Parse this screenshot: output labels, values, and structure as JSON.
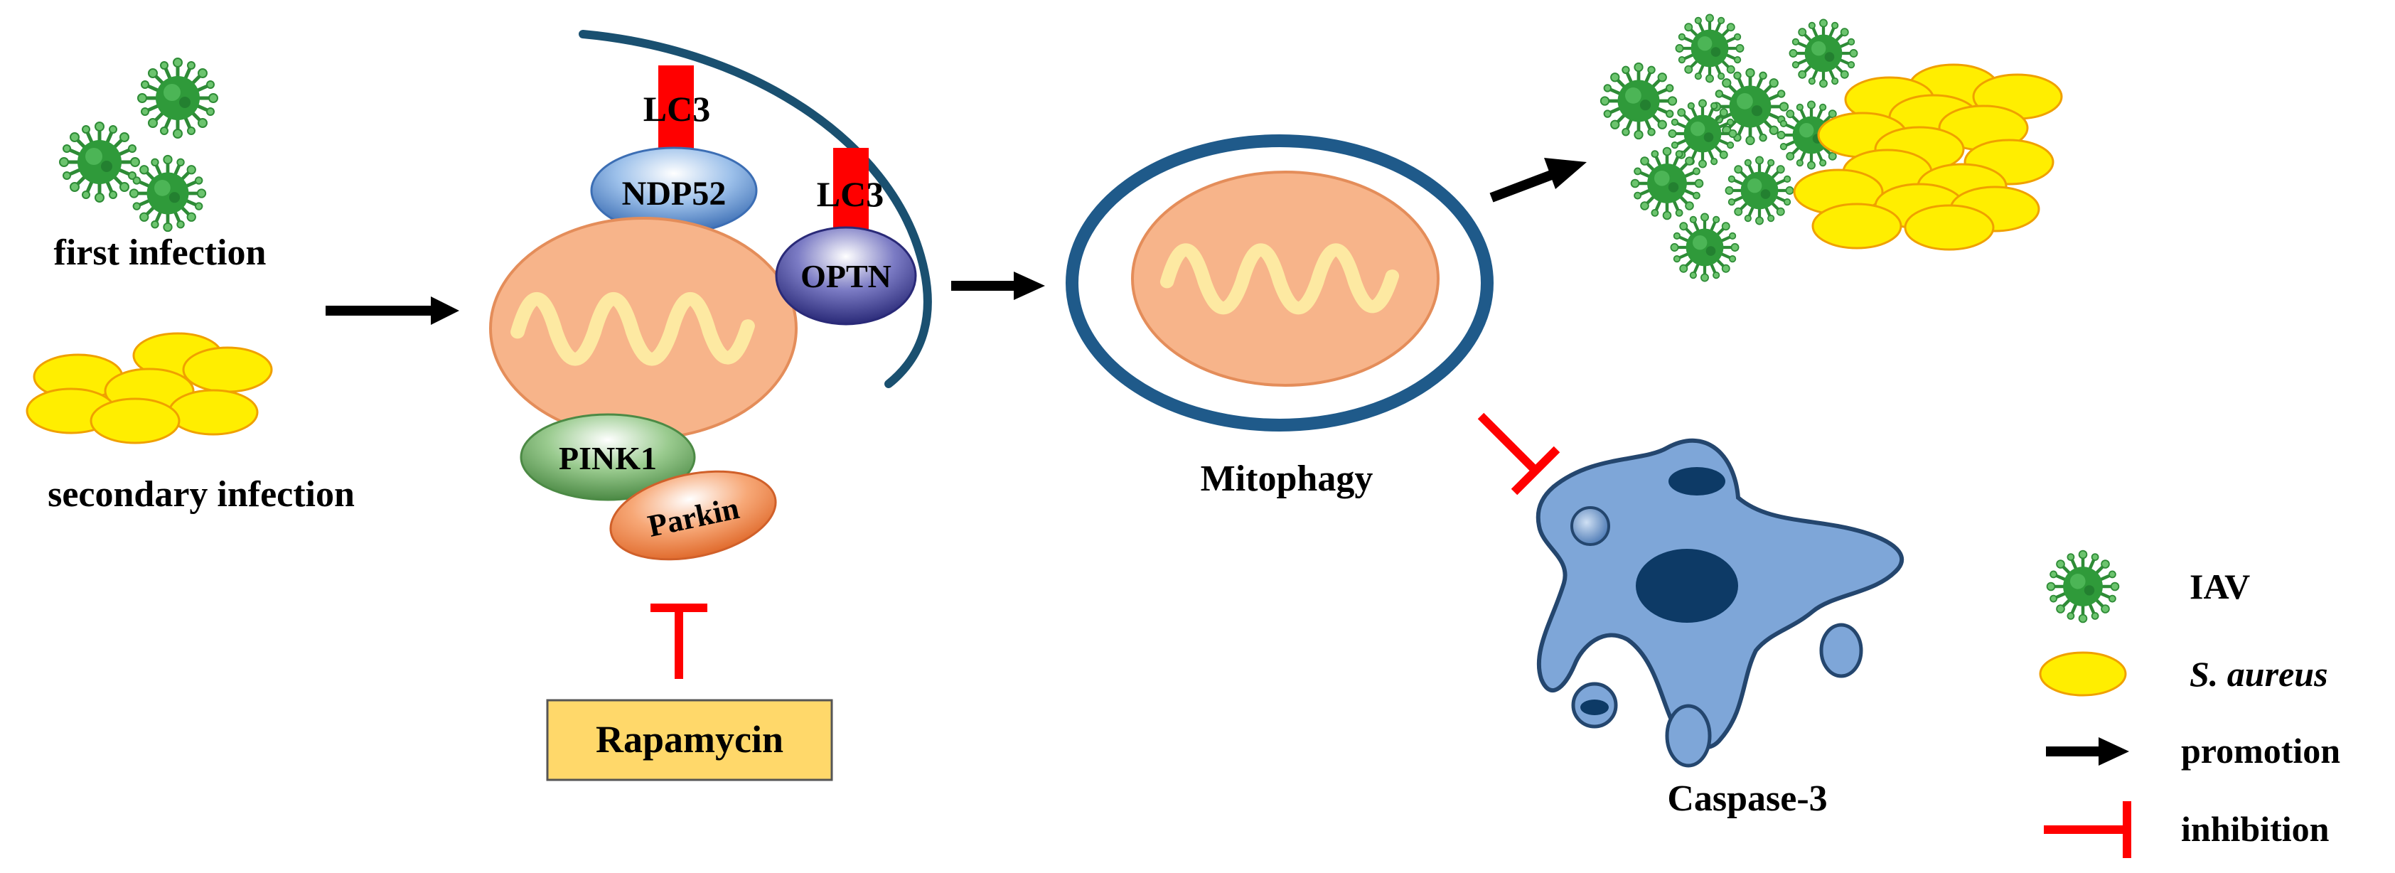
{
  "labels": {
    "first_infection": "first infection",
    "secondary_infection": "secondary infection",
    "lc3_a": "LC3",
    "lc3_b": "LC3",
    "ndp52": "NDP52",
    "optn": "OPTN",
    "pink1": "PINK1",
    "parkin": "Parkin",
    "rapamycin": "Rapamycin",
    "mitophagy": "Mitophagy",
    "caspase3": "Caspase-3"
  },
  "legend": {
    "iav": "IAV",
    "s_aureus": "S. aureus",
    "promotion": "promotion",
    "inhibition": "inhibition"
  },
  "colors": {
    "promotion_arrow": "#000000",
    "inhibition": "#ff0000",
    "lc3": "#ff0000",
    "virus": "#33a33c",
    "bacteria_fill": "#ffee00",
    "bacteria_stroke": "#f0a000",
    "mitochondrion": "#f7b48a",
    "cristae": "#fde9a2",
    "membrane": "#1a5070",
    "ndp52": "#4f83c7",
    "optn": "#3a3a8c",
    "pink1": "#5e9a55",
    "parkin": "#f08a4f",
    "rapamycin_box": "#ffd86a",
    "cell": "#7ea6d8",
    "nucleus": "#0d3a66"
  }
}
